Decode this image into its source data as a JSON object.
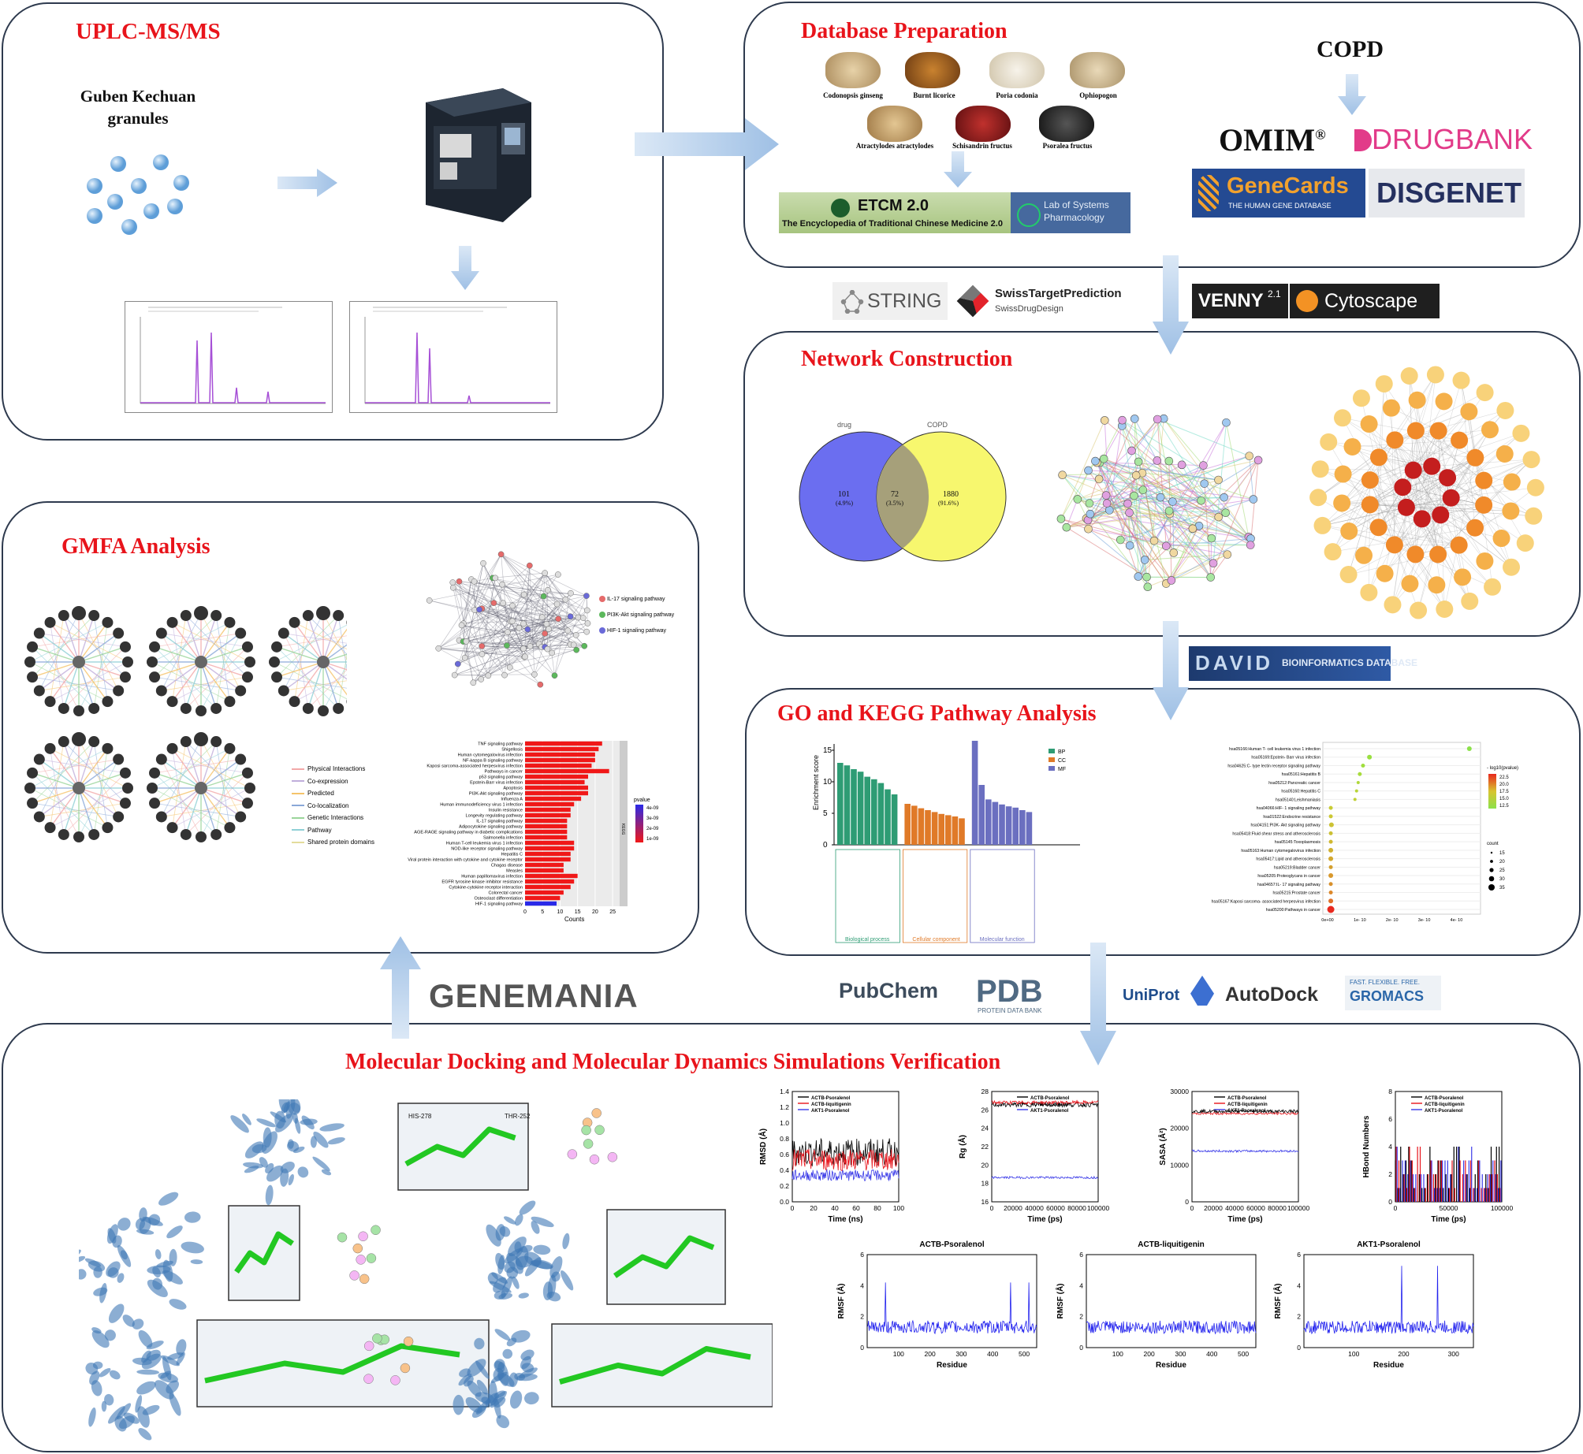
{
  "panels": {
    "uplc": {
      "title": "UPLC-MS/MS",
      "sample_label": "Guben Kechuan granules"
    },
    "db": {
      "title": "Database Preparation",
      "herbs": [
        "Codonopsis ginseng",
        "Burnt licorice",
        "Poria codonia",
        "Ophiopogon",
        "Atractylodes atractylodes",
        "Schisandrin fructus",
        "Psoralea fructus"
      ],
      "etcm_title": "ETCM 2.0",
      "etcm_subtitle": "The Encyclopedia of Traditional Chinese Medicine 2.0",
      "lab_label": "Lab of Systems Pharmacology"
    },
    "copd": {
      "title": "COPD",
      "omim": "OMIM",
      "drugbank": "DRUGBANK",
      "genecards": "GeneCards",
      "genecards_sub": "THE HUMAN GENE DATABASE",
      "disgenet": "DISGENET"
    },
    "tools1": {
      "string": "STRING",
      "swiss": "SwissTargetPrediction",
      "swiss_sub": "SwissDrugDesign",
      "venny": "VENNY",
      "venny_ver": "2.1",
      "cytoscape": "Cytoscape"
    },
    "network": {
      "title": "Network Construction",
      "venn_left_label": "drug",
      "venn_right_label": "COPD",
      "venn_left_value": "101",
      "venn_left_pct": "(4.9%)",
      "venn_mid_value": "72",
      "venn_mid_pct": "(3.5%)",
      "venn_right_value": "1880",
      "venn_right_pct": "(91.6%)"
    },
    "david": {
      "label": "DAVID",
      "sub": "BIOINFORMATICS DATABASE"
    },
    "gokegg": {
      "title": "GO and KEGG Pathway Analysis",
      "go_ylabel": "Enrichment score",
      "go_legend": [
        "BP",
        "CC",
        "MF"
      ],
      "go_groups": [
        "Biological process",
        "Cellular component",
        "Molecular function"
      ],
      "go_yticks": [
        "0",
        "5",
        "10",
        "15"
      ],
      "kegg_items": [
        "hsa05166:Human T- cell leukemia virus 1 infection",
        "hsa05169:Epstein- Barr virus infection",
        "hsa04625:C- type lectin receptor signaling pathway",
        "hsa05161:Hepatitis B",
        "hsa05212:Pancreatic cancer",
        "hsa05160:Hepatitis C",
        "hsa05140:Leishmaniasis",
        "hsa04066:HIF- 1 signaling pathway",
        "hsa01522:Endocrine resistance",
        "hsa04151:PI3K- Akt signaling pathway",
        "hsa05418:Fluid shear stress and atherosclerosis",
        "hsa05145:Toxoplasmosis",
        "hsa05163:Human cytomegalovirus infection",
        "hsa05417:Lipid and atherosclerosis",
        "hsa05219:Bladder cancer",
        "hsa05205:Proteoglycans in cancer",
        "hsa04657:IL- 17 signaling pathway",
        "hsa05215:Prostate cancer",
        "hsa05167:Kaposi sarcoma- associated herpesvirus infection",
        "hsa05200:Pathways in cancer"
      ],
      "kegg_xticks": [
        "0e+00",
        "1e- 10",
        "2e- 10",
        "3e- 10",
        "4e- 10"
      ],
      "kegg_legend_title": "- log10(pvalue)",
      "kegg_legend_values": [
        "22.5",
        "20.0",
        "17.5",
        "15.0",
        "12.5"
      ],
      "kegg_count_title": "count",
      "kegg_count_values": [
        "15",
        "20",
        "25",
        "30",
        "35"
      ]
    },
    "gmfa": {
      "title": "GMFA Analysis",
      "pathway_legend": [
        "IL-17 signaling pathway",
        "PI3K-Akt signaling pathway",
        "HIF-1 signaling pathway"
      ],
      "interaction_legend": [
        "Physical Interactions",
        "Co-expression",
        "Predicted",
        "Co-localization",
        "Genetic Interactions",
        "Pathway",
        "Shared protein domains"
      ],
      "bar_categories": [
        "TNF signaling pathway",
        "Shigellosis",
        "Human cytomegalovirus infection",
        "NF-kappa B signaling pathway",
        "Kaposi sarcoma-associated herpesvirus infection",
        "Pathways in cancer",
        "p53 signaling pathway",
        "Epstein-Barr virus infection",
        "Apoptosis",
        "PI3K-Akt signaling pathway",
        "Influenza A",
        "Human immunodeficiency virus 1 infection",
        "Insulin resistance",
        "Longevity regulating pathway",
        "IL-17 signaling pathway",
        "Adipocytokine signaling pathway",
        "AGE-RAGE signaling pathway in diabetic complications",
        "Salmonella infection",
        "Human T-cell leukemia virus 1 infection",
        "NOD-like receptor signaling pathway",
        "Hepatitis C",
        "Viral protein interaction with cytokine and cytokine receptor",
        "Chagas disease",
        "Measles",
        "Human papillomavirus infection",
        "EGFR tyrosine kinase inhibitor resistance",
        "Cytokine-cytokine receptor interaction",
        "Colorectal cancer",
        "Osteoclast differentiation",
        "HIF-1 signaling pathway"
      ],
      "bar_values": [
        22,
        21,
        20,
        20,
        19,
        24,
        18,
        17,
        18,
        18,
        16,
        14,
        13,
        13,
        12,
        12,
        12,
        12,
        14,
        14,
        13,
        13,
        11,
        11,
        15,
        14,
        13,
        11,
        10,
        9
      ],
      "bar_xticks": [
        "0",
        "5",
        "10",
        "15",
        "20",
        "25"
      ],
      "bar_xlabel": "Counts",
      "bar_legend_title": "pvalue",
      "bar_legend_values": [
        "4e-09",
        "3e-09",
        "2e-09",
        "1e-09"
      ],
      "bar_strip": "KEGG"
    },
    "tools2": {
      "genemania": "GENEMANIA",
      "pubchem": "PubChem",
      "pdb": "PDB",
      "pdb_sub": "PROTEIN DATA BANK",
      "uniprot": "UniProt",
      "autodock": "AutoDock",
      "gromacs": "GROMACS",
      "gromacs_sub": "FAST. FLEXIBLE. FREE."
    },
    "md": {
      "title": "Molecular Docking and Molecular Dynamics Simulations Verification",
      "residue_labels": [
        "HIS-278",
        "THR-252"
      ],
      "series": [
        "ACTB-Psoralenol",
        "ACTB-liquitigenin",
        "AKT1-Psoralenol"
      ],
      "rmsd": {
        "ylabel": "RMSD (Å)",
        "xlabel": "Time (ns)",
        "xticks": [
          "0",
          "20",
          "40",
          "60",
          "80",
          "100"
        ],
        "yticks": [
          "0.0",
          "0.2",
          "0.4",
          "0.6",
          "0.8",
          "1.0",
          "1.2",
          "1.4"
        ]
      },
      "rg": {
        "ylabel": "Rg (Å)",
        "xlabel": "Time (ps)",
        "xticks": [
          "0",
          "20000",
          "40000",
          "60000",
          "80000",
          "100000"
        ],
        "yticks": [
          "16",
          "18",
          "20",
          "22",
          "24",
          "26",
          "28"
        ]
      },
      "sasa": {
        "ylabel": "SASA (Å²)",
        "xlabel": "Time (ps)",
        "xticks": [
          "0",
          "20000",
          "40000",
          "60000",
          "80000",
          "100000"
        ],
        "yticks": [
          "0",
          "10000",
          "20000",
          "30000"
        ]
      },
      "hbond": {
        "ylabel": "HBond Numbers",
        "xlabel": "Time (ps)",
        "xticks": [
          "0",
          "50000",
          "100000"
        ],
        "yticks": [
          "0",
          "2",
          "4",
          "6",
          "8"
        ]
      },
      "rmsf": {
        "ylabel": "RMSF (Å)",
        "xlabel": "Residue",
        "yticks": [
          "0",
          "2",
          "4",
          "6"
        ],
        "titles": [
          "ACTB-Psoralenol",
          "ACTB-liquitigenin",
          "AKT1-Psoralenol"
        ],
        "xticks_a": [
          "100",
          "200",
          "300",
          "400",
          "500"
        ],
        "xticks_b": [
          "100",
          "200",
          "300",
          "400",
          "500"
        ],
        "xticks_c": [
          "100",
          "200",
          "300"
        ]
      }
    }
  },
  "colors": {
    "title_red": "#e8141b",
    "arrow_blue": "#a9c7e8",
    "bp": "#2e9c74",
    "cc": "#e07a28",
    "mf": "#6b6fc0"
  }
}
